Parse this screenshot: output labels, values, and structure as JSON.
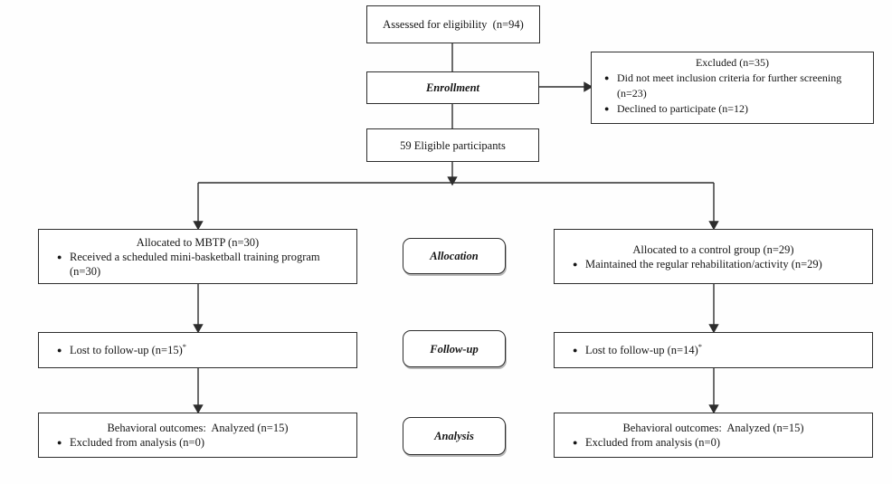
{
  "colors": {
    "ink": "#2d2d2d",
    "box_bg": "#ffffff"
  },
  "flow": {
    "assessed": {
      "text": "Assessed for eligibility  (n=94)"
    },
    "enrollment": {
      "label": "Enrollment"
    },
    "excluded": {
      "title": "Excluded (n=35)",
      "items": [
        "Did not meet inclusion criteria for further screening (n=23)",
        "Declined to participate (n=12)"
      ]
    },
    "eligible": {
      "text": "59 Eligible participants"
    },
    "stages": {
      "allocation": "Allocation",
      "followup": "Follow-up",
      "analysis": "Analysis"
    },
    "mbtp": {
      "allocation_title": "Allocated to MBTP (n=30)",
      "allocation_item": "Received a scheduled mini-basketball training program (n=30)",
      "followup_item": "Lost to follow-up (n=15)",
      "followup_sup": "*",
      "analysis_title": "Behavioral outcomes:  Analyzed (n=15)",
      "analysis_item": "Excluded from analysis (n=0)"
    },
    "control": {
      "allocation_title": "Allocated to a control group (n=29)",
      "allocation_item": "Maintained the regular rehabilitation/activity (n=29)",
      "followup_item": "Lost to follow-up (n=14)",
      "followup_sup": "*",
      "analysis_title": "Behavioral outcomes:  Analyzed (n=15)",
      "analysis_item": "Excluded from analysis (n=0)"
    }
  }
}
